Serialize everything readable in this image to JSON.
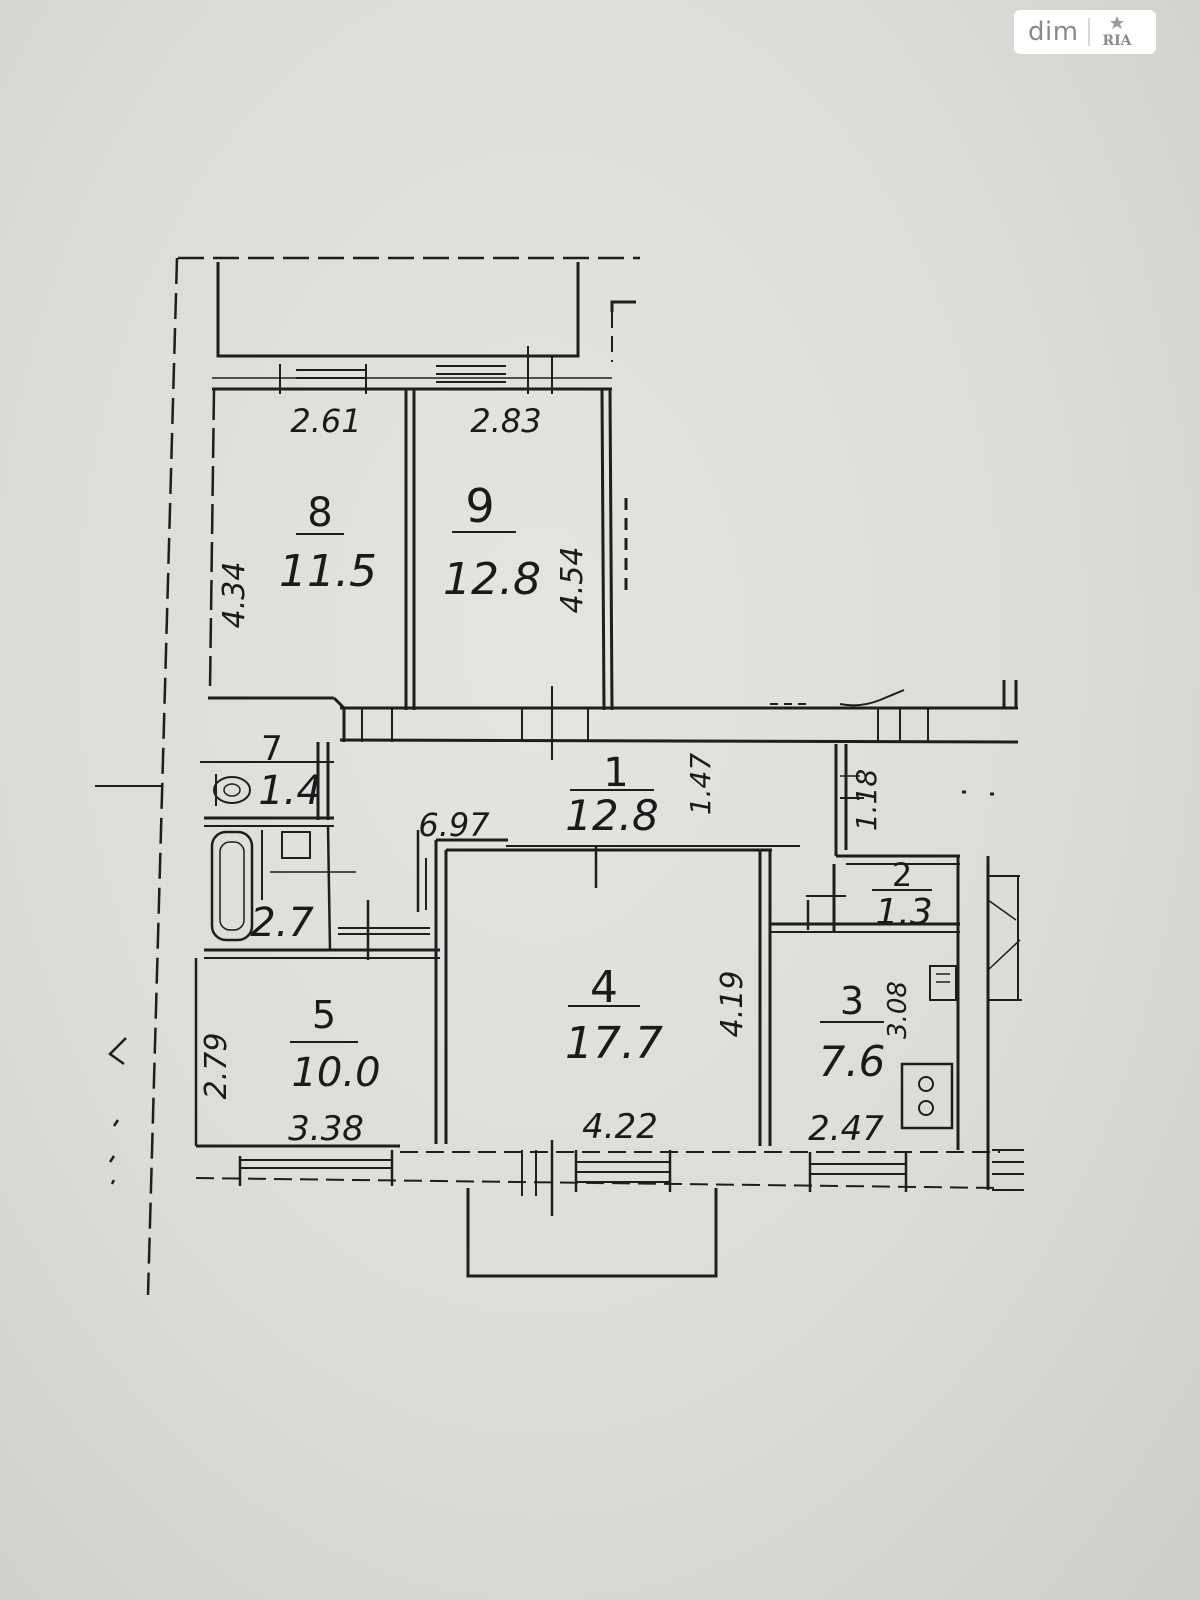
{
  "watermark": {
    "text": "dim",
    "logo": "RIA"
  },
  "rooms": [
    {
      "id": "8",
      "number": "8",
      "area": "11.5"
    },
    {
      "id": "9",
      "number": "9",
      "area": "12.8"
    },
    {
      "id": "1",
      "number": "1",
      "area": "12.8"
    },
    {
      "id": "7",
      "number": "7",
      "area": "1.4"
    },
    {
      "id": "6",
      "number": "",
      "area": "2.7"
    },
    {
      "id": "4",
      "number": "4",
      "area": "17.7"
    },
    {
      "id": "2",
      "number": "2",
      "area": "1.3"
    },
    {
      "id": "3",
      "number": "3",
      "area": "7.6"
    },
    {
      "id": "5",
      "number": "5",
      "area": "10.0"
    }
  ],
  "dimensions": {
    "room8_width": "2.61",
    "room9_width": "2.83",
    "room8_depth": "4.34",
    "room9_depth": "4.54",
    "corridor_length": "6.97",
    "corridor_width": "1.47",
    "side_small": "1.18",
    "room4_depth": "4.19",
    "room3_depth": "3.08",
    "room5_depth": "2.79",
    "room5_width": "3.38",
    "room4_width": "4.22",
    "room3_width": "2.47"
  },
  "colors": {
    "ink": "#1e1e1e",
    "paper": "#dedcd8",
    "watermark_bg": "#ffffff",
    "watermark_text": "#8a8a8a"
  }
}
